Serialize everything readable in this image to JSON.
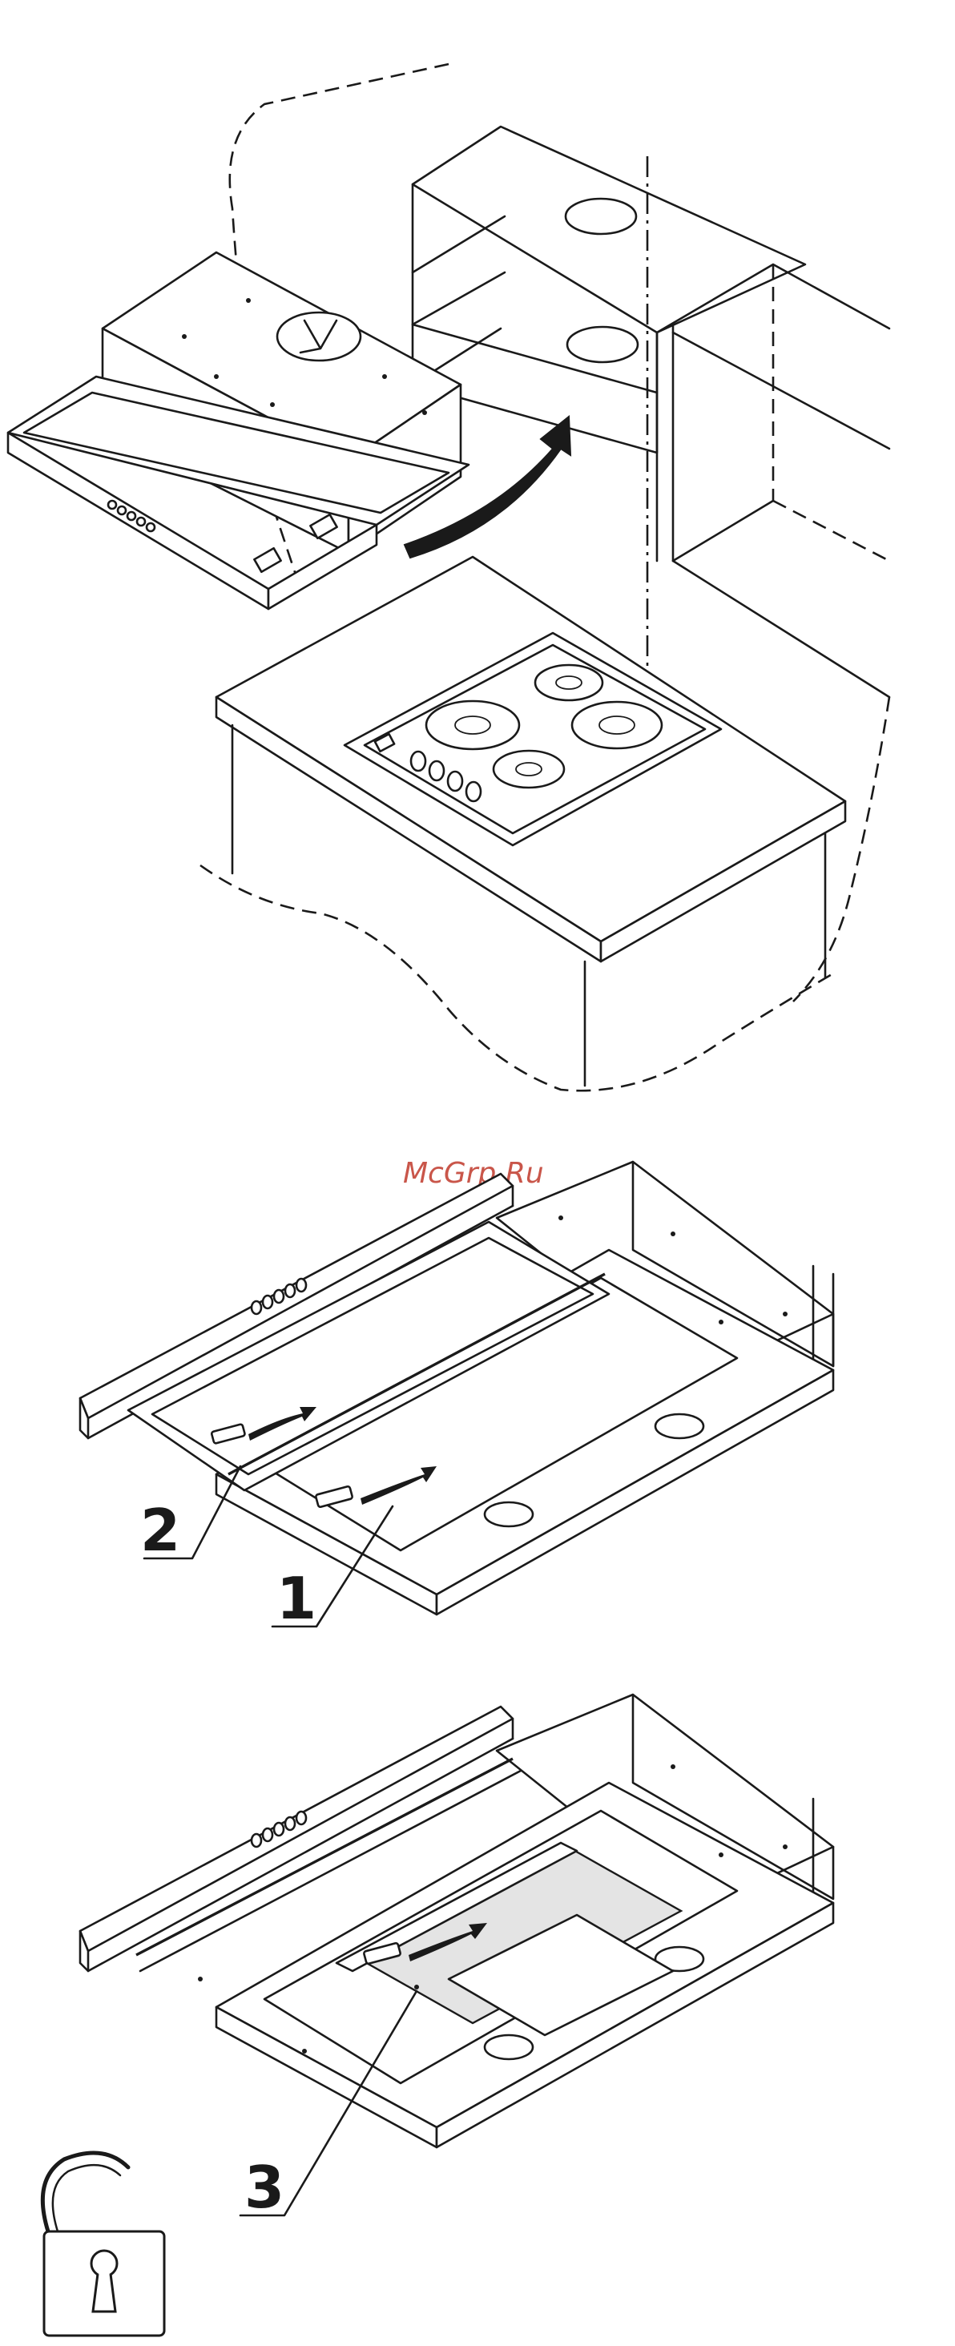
{
  "watermark": "McGrp.Ru",
  "callouts": {
    "c1": "1",
    "c2": "2",
    "c3": "3"
  },
  "icons": {
    "padlock": "unlocked-padlock-icon"
  }
}
